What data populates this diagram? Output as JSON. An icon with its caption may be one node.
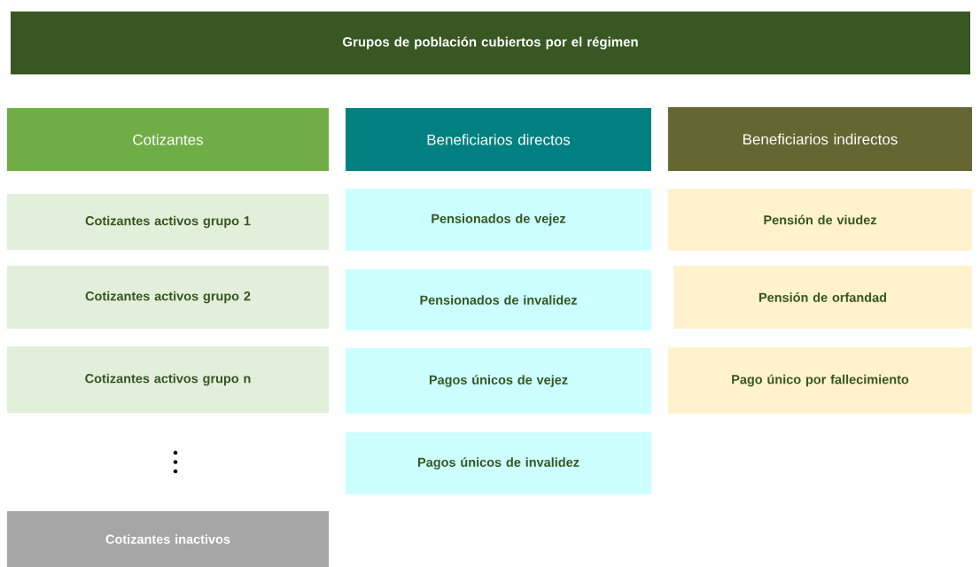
{
  "diagram": {
    "nodes": [
      {
        "text": [
          "Grupos de población cubiertos por el régimen"
        ]
      },
      {
        "text": [
          "Cotizantes"
        ]
      },
      {
        "text": [
          "Beneficiarios directos"
        ]
      },
      {
        "text": [
          "Beneficiarios indirectos"
        ]
      },
      {
        "text": [
          "Cotizantes activos grupo 1"
        ]
      },
      {
        "text": [
          "Cotizantes activos grupo 2"
        ]
      },
      {
        "text": [
          "Cotizantes activos grupo n"
        ]
      },
      {
        "text": [
          "Cotizantes inactivos"
        ]
      },
      {
        "text": [
          "Pensionados de vejez"
        ]
      },
      {
        "text": [
          "Pensionados de invalidez"
        ]
      },
      {
        "text": [
          "Pagos únicos de vejez"
        ]
      },
      {
        "text": [
          "Pagos únicos de invalidez"
        ]
      },
      {
        "text": [
          "Pensión de viudez"
        ]
      },
      {
        "text": [
          "Pensión de orfandad"
        ]
      },
      {
        "text": [
          "Pago único por fallecimiento"
        ]
      }
    ]
  }
}
